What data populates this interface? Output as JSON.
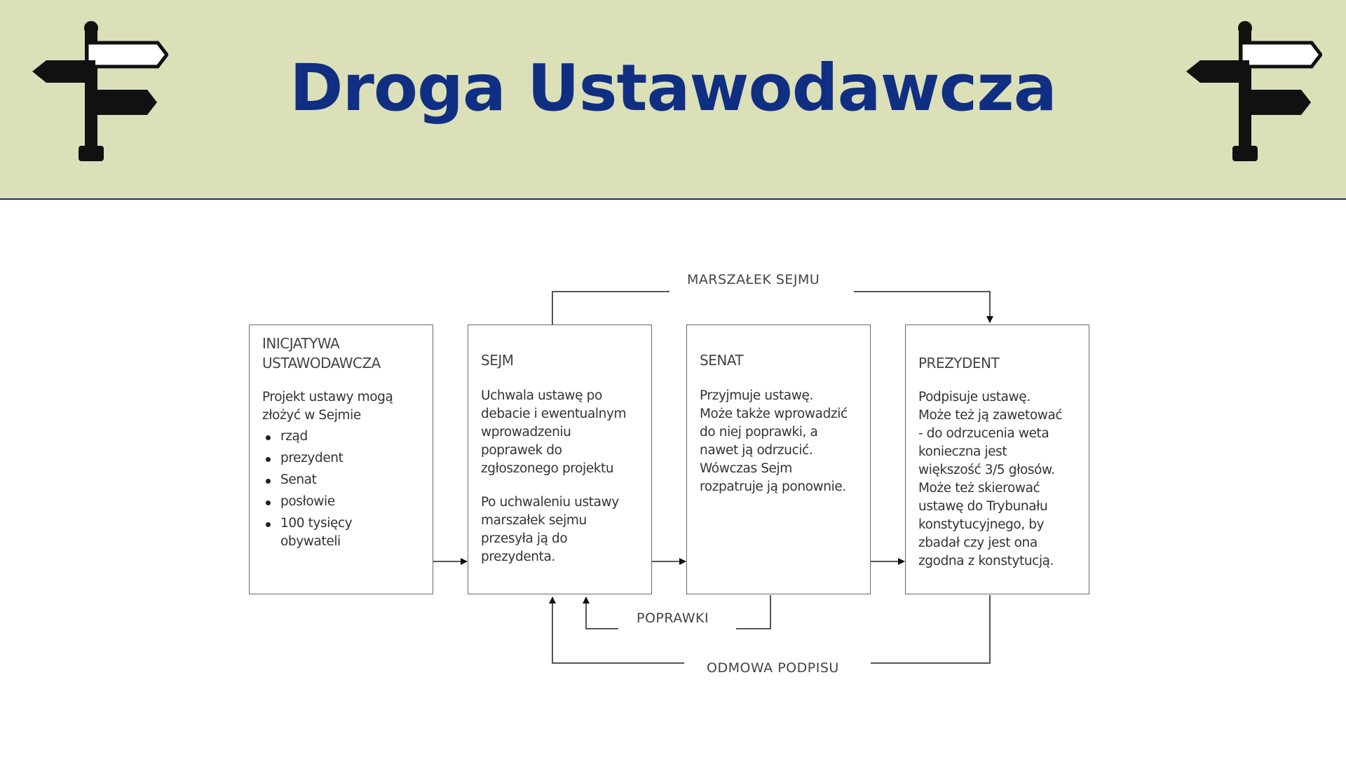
{
  "header": {
    "title": "Droga Ustawodawcza",
    "background_color": "#dce0b8",
    "title_color": "#102f82",
    "icons": [
      "signpost-icon",
      "signpost-icon"
    ]
  },
  "boxes": [
    {
      "heading": "INICJATYWA\nUSTAWODAWCZA",
      "text": "Projekt ustawy mogą\nzłożyć w Sejmie",
      "bullets": [
        "rząd",
        "prezydent",
        "Senat",
        "posłowie",
        "100 tysięcy\nobywateli"
      ]
    },
    {
      "heading": "SEJM",
      "text": "Uchwala ustawę po\ndebacie i ewentualnym\nwprowadzeniu\npoprawek do\nzgłoszonego projektu",
      "text2": "Po uchwaleniu ustawy\nmarszałek sejmu\nprzesyła ją do\nprezydenta."
    },
    {
      "heading": "SENAT",
      "text": "Przyjmuje ustawę.\nMoże także wprowadzić\ndo niej poprawki, a\nnawet ją odrzucić.\nWówczas Sejm\nrozpatruje ją ponownie."
    },
    {
      "heading": "PREZYDENT",
      "text": "Podpisuje ustawę.\nMoże też ją zawetować\n- do odrzucenia weta\nkonieczna jest\nwiększość 3/5 głosów.\nMoże też skierować\nustawę do Trybunału\nkonstytucyjnego, by\nzbadał czy jest ona\nzgodna z konstytucją."
    }
  ],
  "flow_labels": {
    "marszalek": "MARSZAŁEK SEJMU",
    "poprawki": "POPRAWKI",
    "odmowa": "ODMOWA PODPISU"
  }
}
